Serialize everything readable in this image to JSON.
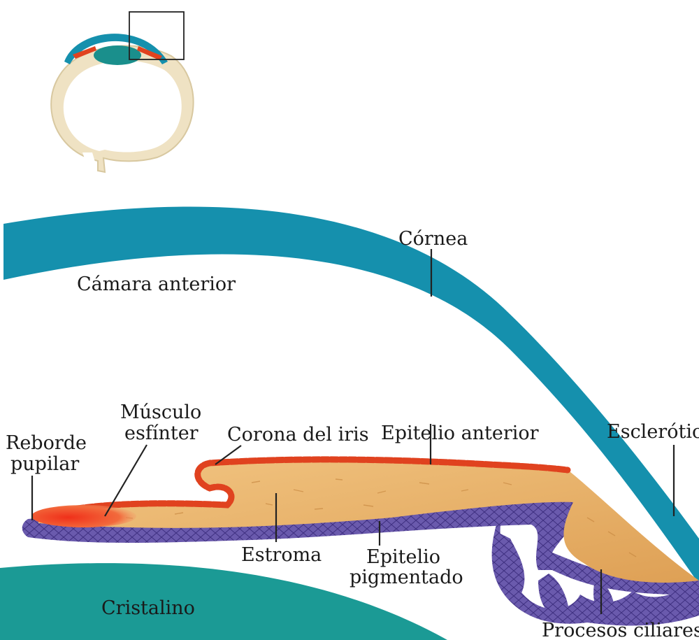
{
  "labels": {
    "cornea": "Córnea",
    "anterior_chamber": "Cámara anterior",
    "sphincter_line1": "Músculo",
    "sphincter_line2": "esfínter",
    "pupillary_margin_line1": "Reborde",
    "pupillary_margin_line2": "pupilar",
    "iris_crown": "Corona del iris",
    "anterior_epithelium": "Epitelio anterior",
    "sclera": "Esclerótica",
    "stroma": "Estroma",
    "pigmented_epithelium_line1": "Epitelio",
    "pigmented_epithelium_line2": "pigmentado",
    "lens": "Cristalino",
    "ciliary_processes": "Procesos ciliares"
  },
  "colors": {
    "cornea": "#1590ad",
    "stroma": "#e9b468",
    "anterior_epithelium": "#e0421f",
    "pigmented_epithelium": "#5f4ea1",
    "eyeball_wall": "#efe2c3"
  }
}
